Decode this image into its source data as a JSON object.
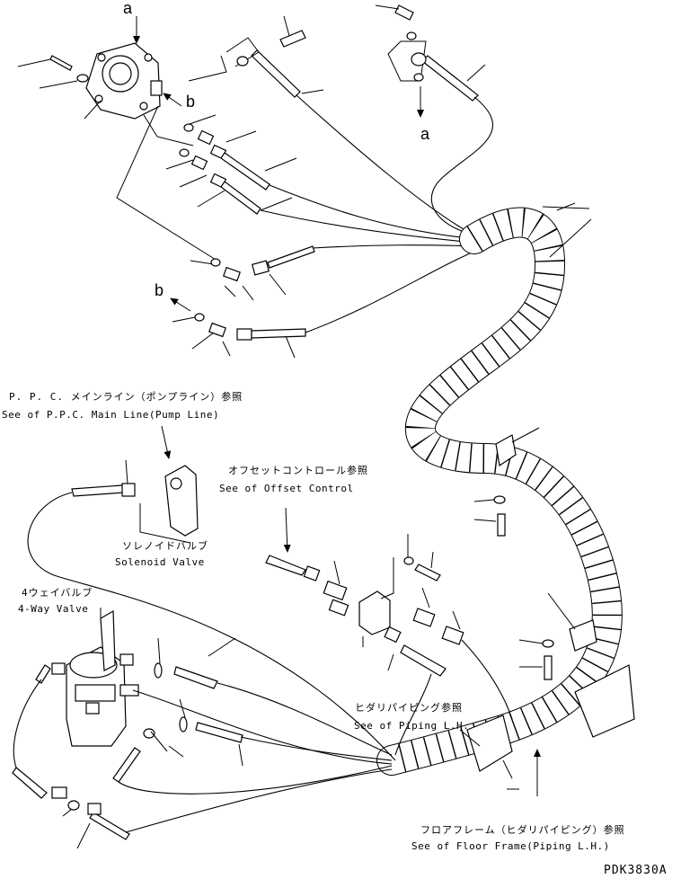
{
  "labels": {
    "ref_a_top": "a",
    "ref_b_top": "b",
    "ref_a_right": "a",
    "ref_b_left": "b",
    "ppc_jp": "P. P. C. メインライン（ポンプライン）参照",
    "ppc_en": "See of P.P.C. Main Line(Pump Line)",
    "offset_jp": "オフセットコントロール参照",
    "offset_en": "See of Offset Control",
    "solenoid_jp": "ソレノイドバルブ",
    "solenoid_en": "Solenoid Valve",
    "fourway_jp": "4ウェイバルブ",
    "fourway_en": "4-Way Valve",
    "piping_jp": "ヒダリパイピング参照",
    "piping_en": "See of Piping L.H.",
    "floor_jp": "フロアフレーム（ヒダリパイピング）参照",
    "floor_en": "See of Floor Frame(Piping L.H.)",
    "drawing_code": "PDK3830A"
  },
  "icons": {
    "arrow": "arrow-icon",
    "bolt": "bolt-icon",
    "washer": "washer-icon",
    "fitting": "fitting-icon",
    "hose": "hose-icon",
    "protector": "spiral-protector-icon",
    "clamp": "clamp-icon",
    "valve": "valve-icon"
  }
}
